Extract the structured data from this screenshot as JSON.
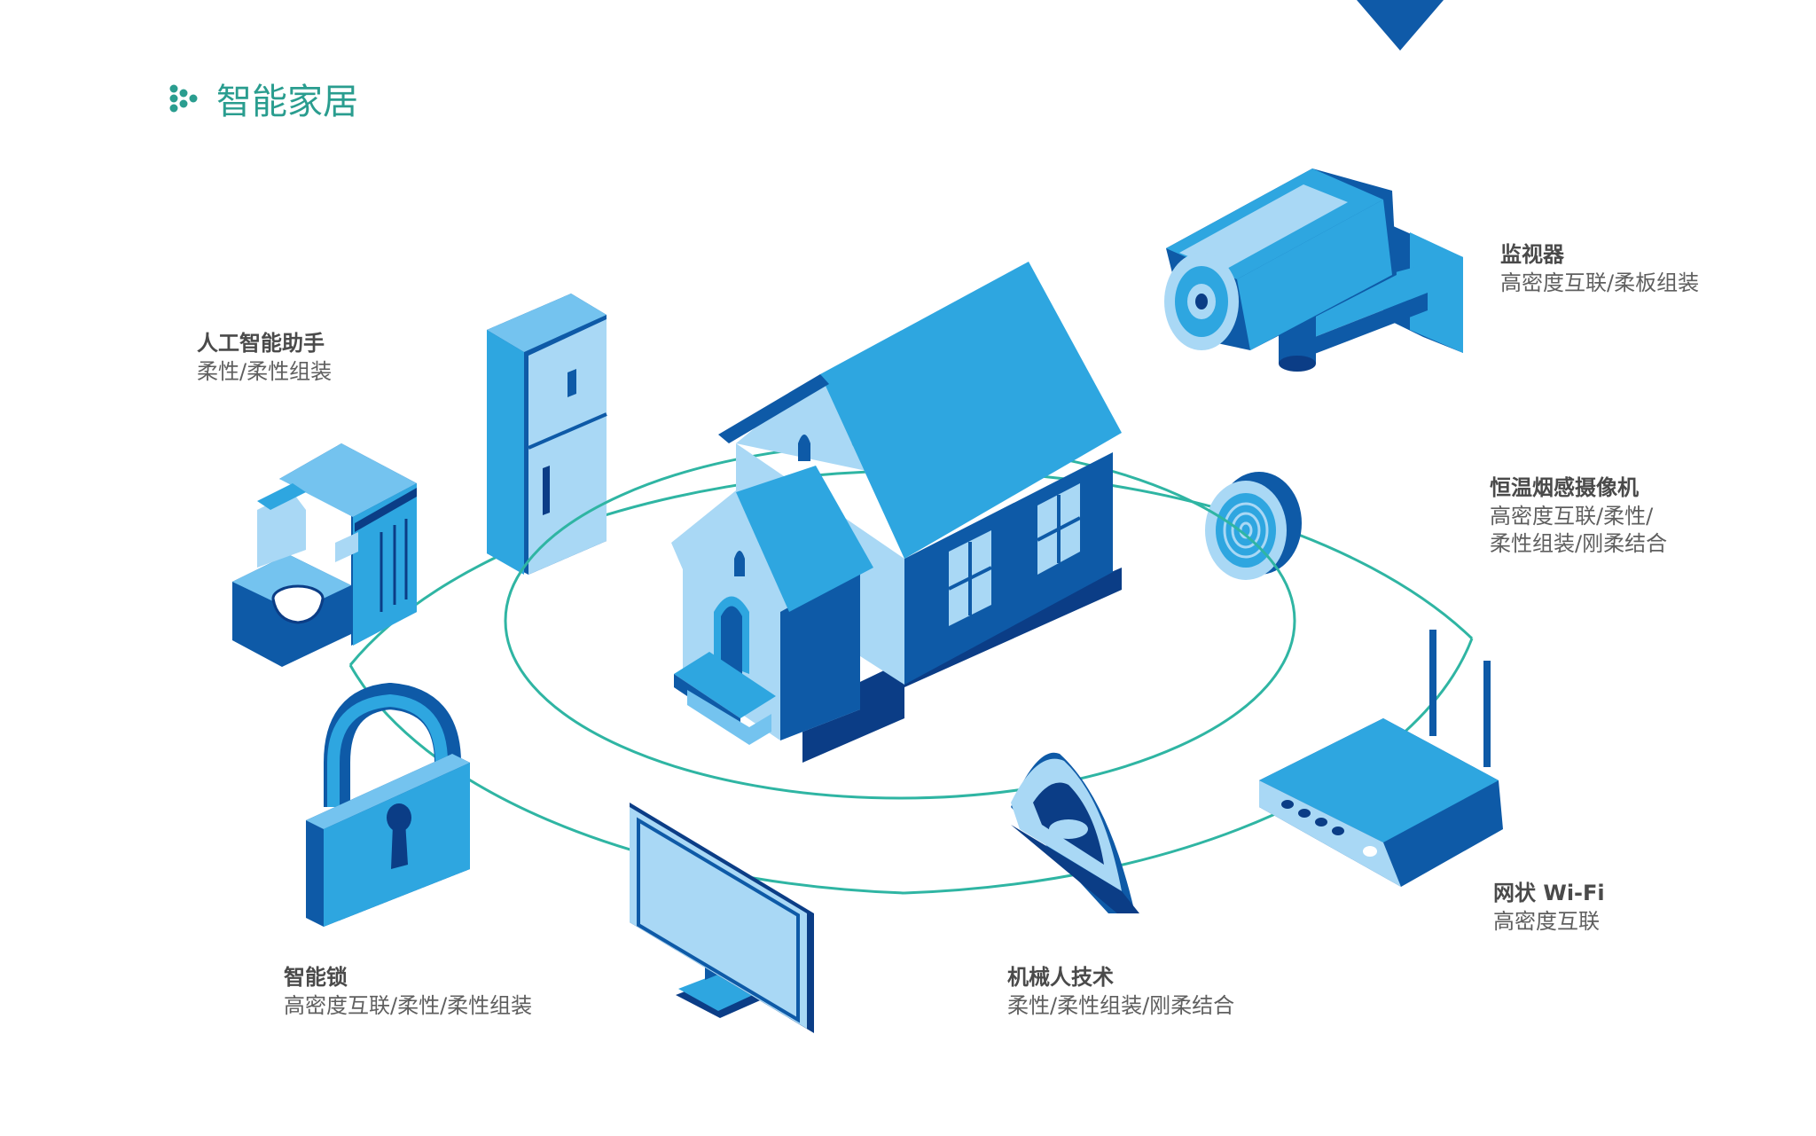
{
  "page": {
    "title": "智能家居",
    "accent_color": "#2a9d8f",
    "icon": "bullet-dots-icon"
  },
  "diagram": {
    "center": {
      "name": "house",
      "icon": "house-icon"
    },
    "devices": [
      {
        "id": "ai-assistant",
        "icon": "coffee-machine-icon",
        "name": "人工智能助手",
        "desc": [
          "柔性/柔性组装"
        ]
      },
      {
        "id": "monitor",
        "icon": "security-camera-icon",
        "name": "监视器",
        "desc": [
          "高密度互联/柔板组装"
        ]
      },
      {
        "id": "smoke-camera",
        "icon": "smoke-detector-icon",
        "name": "恒温烟感摄像机",
        "desc": [
          "高密度互联/柔性/",
          "柔性组装/刚柔结合"
        ]
      },
      {
        "id": "wifi",
        "icon": "router-icon",
        "name": "网状 Wi-Fi",
        "desc": [
          "高密度互联"
        ]
      },
      {
        "id": "robotics",
        "icon": "iron-icon",
        "name": "机械人技术",
        "desc": [
          "柔性/柔性组装/刚柔结合"
        ]
      },
      {
        "id": "smart-lock",
        "icon": "padlock-icon",
        "name": "智能锁",
        "desc": [
          "高密度互联/柔性/柔性组装"
        ]
      }
    ],
    "extra_icons": [
      "refrigerator-icon",
      "monitor-display-icon"
    ],
    "colors": {
      "ring": "#2fb5a3",
      "light_blue": "#a9d8f5",
      "mid_blue": "#2ea6e0",
      "dark_blue": "#0e5aa7",
      "navy": "#0b3d86",
      "corner_marker": "#0f5aa8"
    }
  }
}
